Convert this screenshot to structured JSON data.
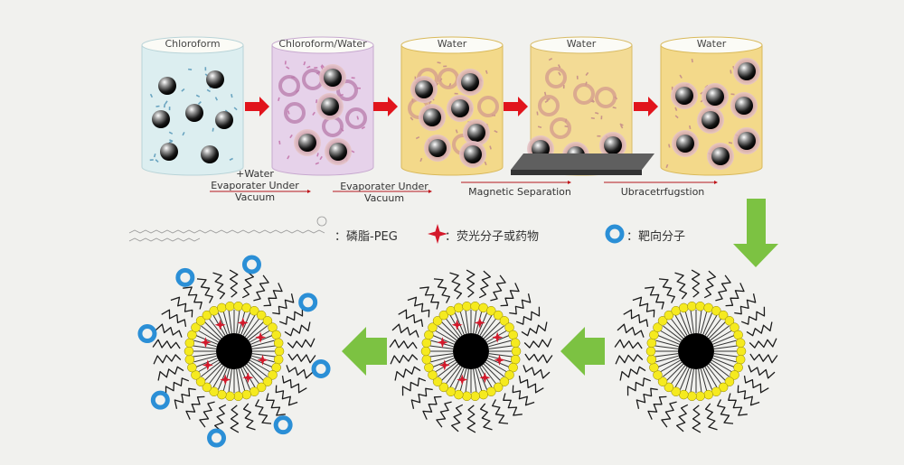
{
  "steps": [
    {
      "title": "Chloroform",
      "fill": "#dceef0",
      "edge": "#b9d4d8"
    },
    {
      "title": "Chloroform/Water",
      "fill": "#e6d2ea",
      "edge": "#c7a9cf"
    },
    {
      "title": "Water",
      "fill": "#f3d98a",
      "edge": "#d9b95a"
    },
    {
      "title": "Water",
      "fill": "#f3db95",
      "edge": "#d8bb66"
    },
    {
      "title": "Water",
      "fill": "#f3d98a",
      "edge": "#d9b95a"
    }
  ],
  "process_labels": [
    {
      "text": "+Water\nEvaporater Under\nVacuum"
    },
    {
      "text": "Evaporater Under\nVacuum"
    },
    {
      "text": "Magnetic Separation"
    },
    {
      "text": "Ubracetrfugstion"
    }
  ],
  "legend": {
    "phospholipid_label": "：磷脂-PEG",
    "fluorescent_label": "：荧光分子或药物",
    "targeting_label": "：靶向分子"
  },
  "colors": {
    "arrow_red": "#e1141c",
    "arrow_green": "#7cc242",
    "lipid_head": "#f5ea1f",
    "drug_red": "#d4192b",
    "target_blue": "#2b8fd6"
  }
}
